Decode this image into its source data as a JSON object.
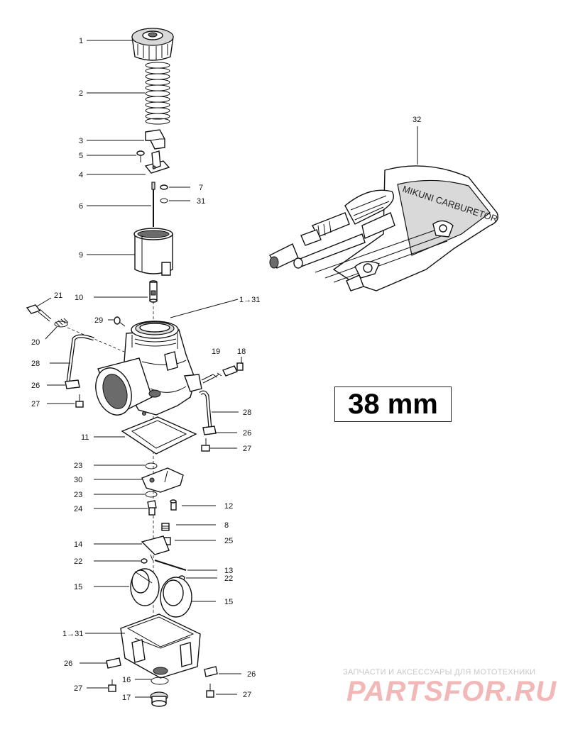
{
  "callouts": {
    "c1": "1",
    "c2": "2",
    "c3": "3",
    "c5": "5",
    "c4": "4",
    "c7": "7",
    "c31": "31",
    "c6": "6",
    "c9": "9",
    "c10": "10",
    "c1to31_top": "1→31",
    "c21": "21",
    "c29": "29",
    "c20": "20",
    "c19": "19",
    "c18": "18",
    "c28_left": "28",
    "c26_left": "26",
    "c27_left": "27",
    "c28_right": "28",
    "c11": "11",
    "c26_right": "26",
    "c27_right": "27",
    "c23_a": "23",
    "c30": "30",
    "c23_b": "23",
    "c24": "24",
    "c12": "12",
    "c8": "8",
    "c25": "25",
    "c14": "14",
    "c22_left": "22",
    "c13": "13",
    "c22_right": "22",
    "c15_left": "15",
    "c15_right": "15",
    "c1to31_bottom": "1→31",
    "c26_bl": "26",
    "c16": "16",
    "c26_br": "26",
    "c27_bl": "27",
    "c17": "17",
    "c27_br": "27",
    "c32": "32"
  },
  "size_label": "38 mm",
  "tool_kit_text": "MIKUNI CARBURETOR",
  "watermark": {
    "tagline": "ЗАПЧАСТИ И АКСЕССУАРЫ ДЛЯ МОТОТЕХНИКИ",
    "logo": "PARTSFOR.RU"
  }
}
